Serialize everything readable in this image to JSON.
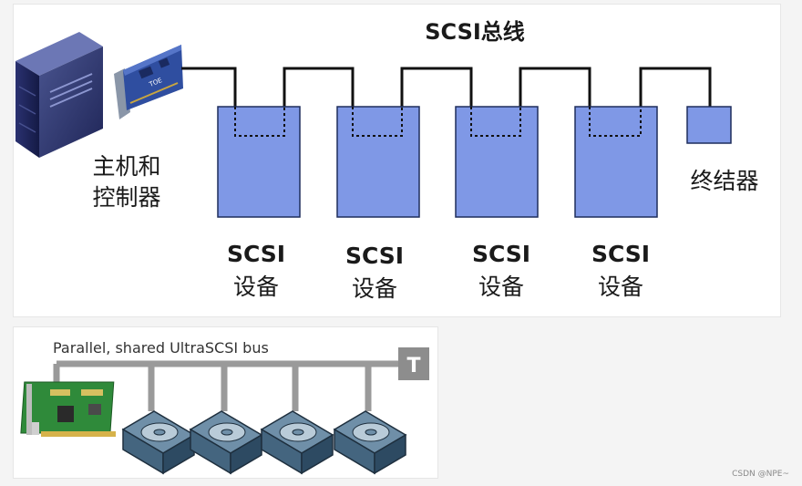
{
  "top": {
    "bus_title": "SCSI总线",
    "host_line1": "主机和",
    "host_line2": "控制器",
    "card_label": "TOE",
    "terminator_label": "终结器",
    "devices": [
      {
        "line1": "SCSI",
        "line2": "设备"
      },
      {
        "line1": "SCSI",
        "line2": "设备"
      },
      {
        "line1": "SCSI",
        "line2": "设备"
      },
      {
        "line1": "SCSI",
        "line2": "设备"
      }
    ]
  },
  "bottom": {
    "bus_label": "Parallel, shared UltraSCSI bus",
    "terminator_letter": "T"
  },
  "watermark": "CSDN @NPE~",
  "colors": {
    "device_fill": "#7f98e6",
    "device_border": "#1f2d5c",
    "bus_line": "#111111",
    "bottom_bus": "#9a9a9a",
    "terminator_box": "#8d8d8d"
  }
}
